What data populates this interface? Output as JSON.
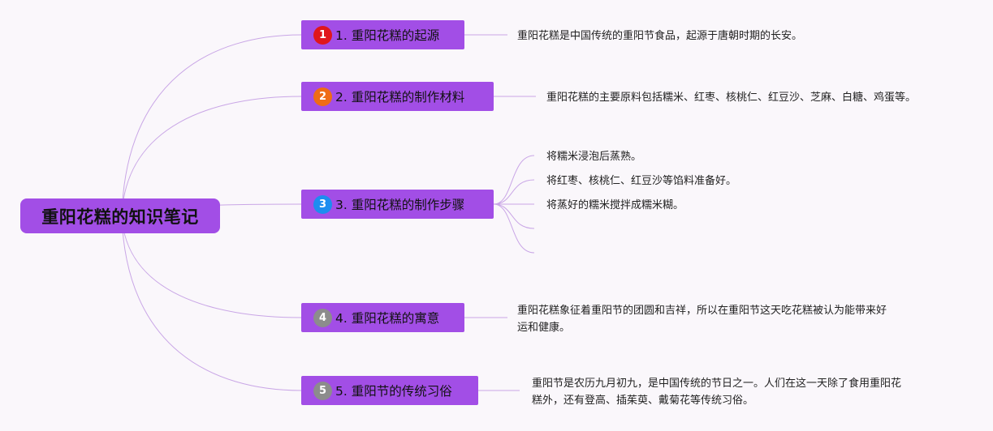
{
  "title": "重阳花糕的知识笔记",
  "topics": [
    {
      "number": "1",
      "label": "1. 重阳花糕的起源",
      "badge_color": "#e0161c",
      "details": [
        "重阳花糕是中国传统的重阳节食品，起源于唐朝时期的长安。"
      ]
    },
    {
      "number": "2",
      "label": "2. 重阳花糕的制作材料",
      "badge_color": "#ef6c16",
      "details": [
        "重阳花糕的主要原料包括糯米、红枣、核桃仁、红豆沙、芝麻、白糖、鸡蛋等。"
      ]
    },
    {
      "number": "3",
      "label": "3. 重阳花糕的制作步骤",
      "badge_color": "#1d8df0",
      "details": [
        "将糯米浸泡后蒸熟。",
        "将红枣、核桃仁、红豆沙等馅料准备好。",
        "将蒸好的糯米搅拌成糯米糊。"
      ]
    },
    {
      "number": "4",
      "label": "4. 重阳花糕的寓意",
      "badge_color": "#8c8c8c",
      "details": [
        "重阳花糕象征着重阳节的团圆和吉祥，所以在重阳节这天吃花糕被认为能带来好",
        "运和健康。"
      ]
    },
    {
      "number": "5",
      "label": "5. 重阳节的传统习俗",
      "badge_color": "#8c8c8c",
      "details": [
        "重阳节是农历九月初九，是中国传统的节日之一。人们在这一天除了食用重阳花",
        "糕外，还有登高、插茱萸、戴菊花等传统习俗。"
      ]
    }
  ],
  "colors": {
    "node_fill": "#a24ee6",
    "link": "#c9a6e6",
    "background": "#faf7fb"
  }
}
